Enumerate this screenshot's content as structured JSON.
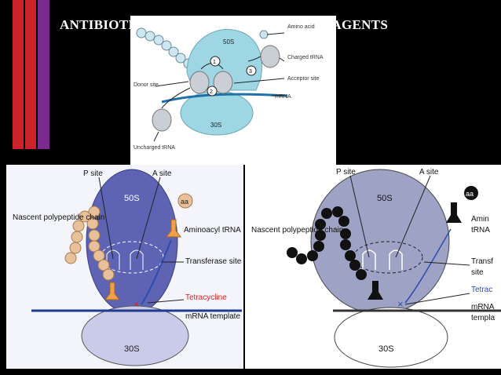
{
  "slide": {
    "title": "ANTIBIOTICS AS CHEMOTHERAPEUTIC AGENTS",
    "colors": {
      "background": "#000000",
      "stripe_red": "#cc2229",
      "stripe_purple": "#7b2a8e",
      "title": "#ffffff"
    }
  },
  "top_diagram": {
    "labels": {
      "subunit_large": "50S",
      "subunit_small": "30S",
      "amino_acid": "Amino acid",
      "charged_trna": "Charged tRNA",
      "acceptor_site": "Acceptor site",
      "donor_site": "Donor site",
      "mrna": "mRNA",
      "uncharged_trna": "Uncharged tRNA",
      "step1": "1",
      "step2": "2",
      "step3": "3"
    }
  },
  "bottom_left": {
    "labels": {
      "p_site": "P site",
      "a_site": "A site",
      "subunit_large": "50S",
      "subunit_small": "30S",
      "aa": "aa",
      "nascent": "Nascent polypeptide chain",
      "aminoacyl_trna": "Aminoacyl tRNA",
      "transferase_site": "Transferase site",
      "tetracycline": "Tetracycline",
      "mrna_template": "mRNA template"
    }
  },
  "bottom_right": {
    "labels": {
      "p_site": "P site",
      "a_site": "A site",
      "subunit_large": "50S",
      "subunit_small": "30S",
      "aa": "aa",
      "nascent": "Nascent polypeptide chain",
      "amin": "Amin",
      "trna": "tRNA",
      "transf": "Transf",
      "site": "site",
      "tetrac": "Tetrac",
      "mrna": "mRNA",
      "templa": "templa"
    }
  }
}
